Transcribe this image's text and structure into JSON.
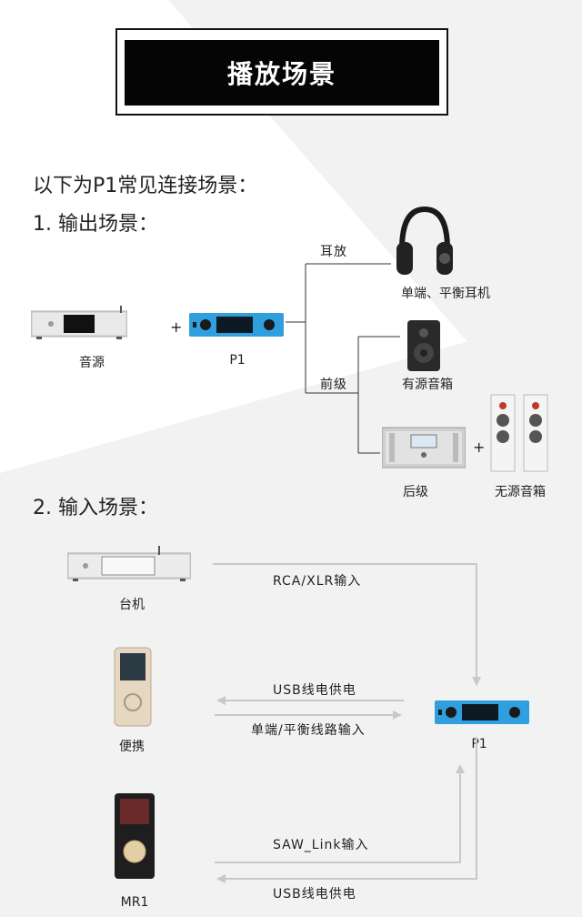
{
  "header": {
    "title": "播放场景"
  },
  "intro": "以下为P1常见连接场景：",
  "output_section": {
    "heading": "1. 输出场景：",
    "source_label": "音源",
    "plus": "+",
    "p1_label": "P1",
    "headphone_branch_label": "耳放",
    "headphone_device_label": "单端、平衡耳机",
    "preamp_branch_label": "前级",
    "active_speaker_label": "有源音箱",
    "power_amp_label": "后级",
    "passive_speaker_label": "无源音箱",
    "plus2": "+"
  },
  "input_section": {
    "heading": "2. 输入场景：",
    "desktop_label": "台机",
    "desktop_link_label": "RCA/XLR输入",
    "portable_label": "便携",
    "portable_usb_label": "USB线电供电",
    "portable_line_label": "单端/平衡线路输入",
    "p1_label": "P1",
    "mr1_label": "MR1",
    "mr1_link_label": "SAW_Link输入",
    "mr1_usb_label": "USB线电供电"
  },
  "colors": {
    "p1_blue": "#2f9fe0",
    "title_bg": "#050505",
    "arrow_gray": "#c8c8c8",
    "line_dark": "#333333",
    "bg_gray": "#f2f2f2"
  }
}
